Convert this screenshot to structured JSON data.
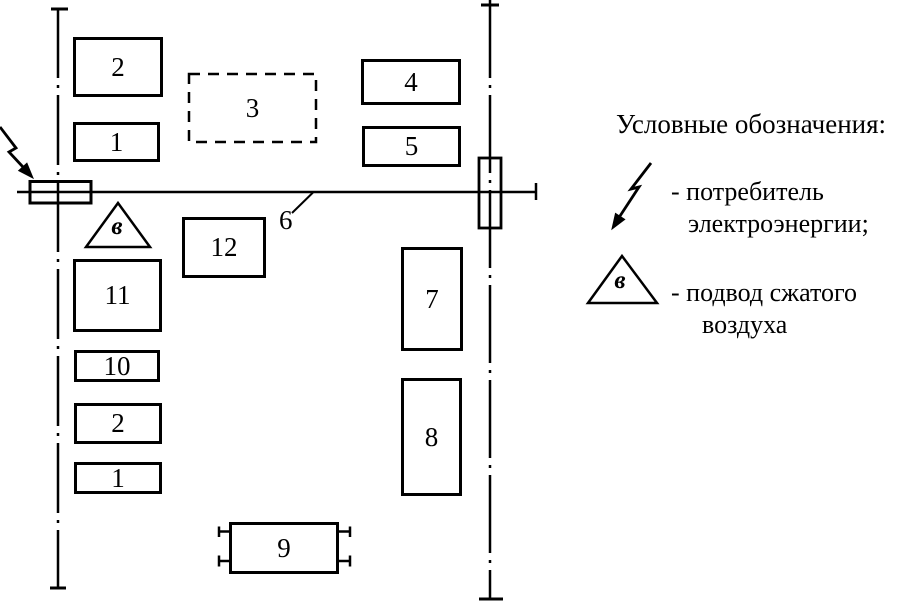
{
  "diagram": {
    "boxes": [
      {
        "label": "2"
      },
      {
        "label": "1"
      },
      {
        "label": "3"
      },
      {
        "label": "4"
      },
      {
        "label": "5"
      },
      {
        "label": "12"
      },
      {
        "label": "11"
      },
      {
        "label": "10"
      },
      {
        "label": "2"
      },
      {
        "label": "1"
      },
      {
        "label": "7"
      },
      {
        "label": "8"
      },
      {
        "label": "9"
      }
    ],
    "power_line_label": "6",
    "air_triangle_letter": "в"
  },
  "legend": {
    "title": "Условные обозначения:",
    "items": [
      {
        "symbol": "electricity-consumer-arrow",
        "line1": "- потребитель",
        "line2": "электроэнергии;"
      },
      {
        "symbol": "compressed-air-triangle",
        "letter": "в",
        "line1": "- подвод сжатого",
        "line2": "воздуха"
      }
    ]
  },
  "colors": {
    "stroke": "#000000",
    "background": "#ffffff"
  }
}
